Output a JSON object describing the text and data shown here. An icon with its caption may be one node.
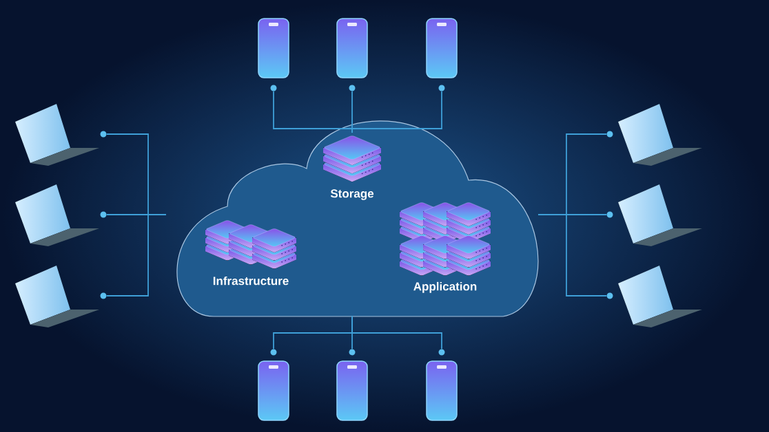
{
  "diagram": {
    "nodes": [
      {
        "text": [],
        "shape": "cloud"
      },
      {
        "text": [
          "Storage"
        ],
        "in": 0
      },
      {
        "text": [
          "Infrastructure"
        ],
        "in": 0
      },
      {
        "text": [
          "Application"
        ],
        "in": 0
      },
      {
        "text": [],
        "shape": "picture"
      },
      {
        "text": [],
        "shape": "picture"
      },
      {
        "text": [],
        "shape": "picture"
      },
      {
        "text": [],
        "shape": "picture"
      },
      {
        "text": [],
        "shape": "picture"
      },
      {
        "text": [],
        "shape": "picture"
      },
      {
        "text": [],
        "shape": "picture"
      },
      {
        "text": [],
        "shape": "picture"
      },
      {
        "text": [],
        "shape": "picture"
      },
      {
        "text": [],
        "shape": "picture"
      },
      {
        "text": [],
        "shape": "picture"
      },
      {
        "text": [],
        "shape": "picture"
      },
      {
        "text": [],
        "shape": "circle"
      },
      {
        "text": [],
        "shape": "circle"
      },
      {
        "text": [],
        "shape": "circle"
      },
      {
        "text": [],
        "shape": "circle"
      },
      {
        "text": [],
        "shape": "circle"
      },
      {
        "text": [],
        "shape": "circle"
      },
      {
        "text": [],
        "shape": "circle"
      },
      {
        "text": [],
        "shape": "circle"
      },
      {
        "text": [],
        "shape": "circle"
      },
      {
        "text": [],
        "shape": "circle"
      },
      {
        "text": [],
        "shape": "circle"
      },
      {
        "text": [],
        "shape": "circle"
      }
    ],
    "edges": [
      {
        "from": 16,
        "to": 1,
        "arrow": "none"
      },
      {
        "from": 17,
        "to": 1,
        "arrow": "none"
      },
      {
        "from": 18,
        "to": 1,
        "arrow": "none"
      },
      {
        "from": 19,
        "to": 0,
        "arrow": "none"
      },
      {
        "from": 20,
        "to": 0,
        "arrow": "none"
      },
      {
        "from": 21,
        "to": 0,
        "arrow": "none"
      },
      {
        "from": 22,
        "to": 0,
        "arrow": "none"
      },
      {
        "from": 23,
        "to": 0,
        "arrow": "none"
      },
      {
        "from": 24,
        "to": 0,
        "arrow": "none"
      },
      {
        "from": 25,
        "to": 0,
        "arrow": "none"
      },
      {
        "from": 26,
        "to": 0,
        "arrow": "none"
      },
      {
        "from": 27,
        "to": 0,
        "arrow": "none"
      }
    ]
  }
}
